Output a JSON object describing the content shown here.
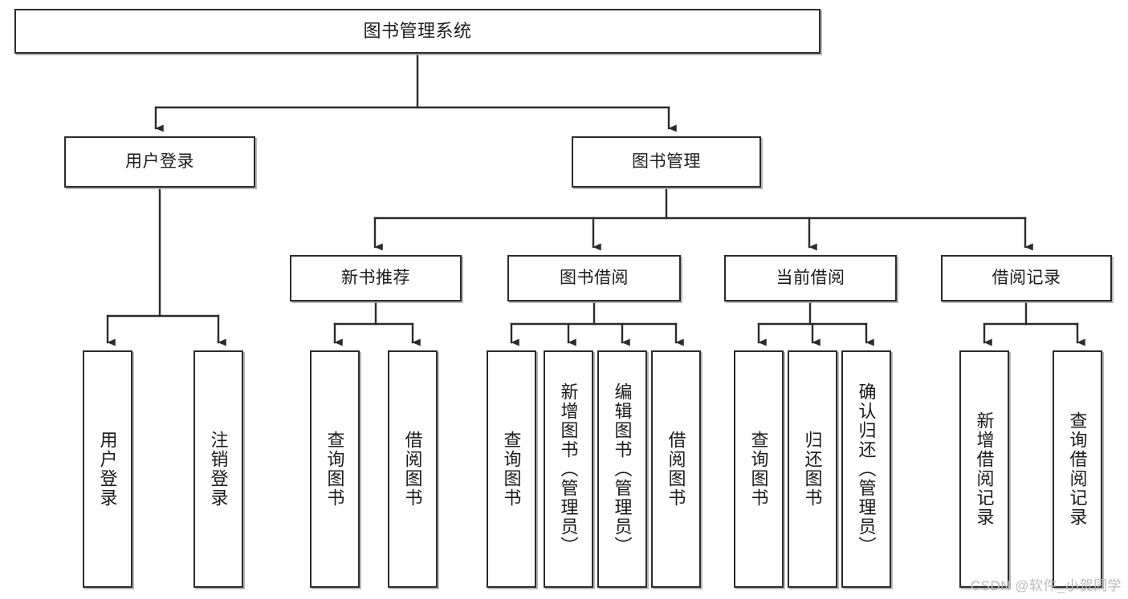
{
  "diagram": {
    "title": "图书管理系统",
    "type": "tree-hierarchy-chart",
    "root": {
      "label": "图书管理系统"
    },
    "level1": [
      {
        "label": "用户登录"
      },
      {
        "label": "图书管理"
      }
    ],
    "level2": [
      {
        "label": "新书推荐"
      },
      {
        "label": "图书借阅"
      },
      {
        "label": "当前借阅"
      },
      {
        "label": "借阅记录"
      }
    ],
    "leaves": {
      "user_login": [
        {
          "label": "用户登录"
        },
        {
          "label": "注销登录"
        }
      ],
      "new_book_recommend": [
        {
          "label": "查询图书"
        },
        {
          "label": "借阅图书"
        }
      ],
      "book_borrow": [
        {
          "label": "查询图书"
        },
        {
          "label": "新增图书（管理员）"
        },
        {
          "label": "编辑图书（管理员）"
        },
        {
          "label": "借阅图书"
        }
      ],
      "current_borrow": [
        {
          "label": "查询图书"
        },
        {
          "label": "归还图书"
        },
        {
          "label": "确认归还（管理员）"
        }
      ],
      "borrow_record": [
        {
          "label": "新增借阅记录"
        },
        {
          "label": "查询借阅记录"
        }
      ]
    }
  },
  "watermark": {
    "text": "CSDN @软件_小贺同学"
  },
  "colors": {
    "stroke": "#2b2b2b",
    "fill": "#ffffff",
    "shadow": "#aaaaaa",
    "watermark": "#b9b9b9"
  }
}
